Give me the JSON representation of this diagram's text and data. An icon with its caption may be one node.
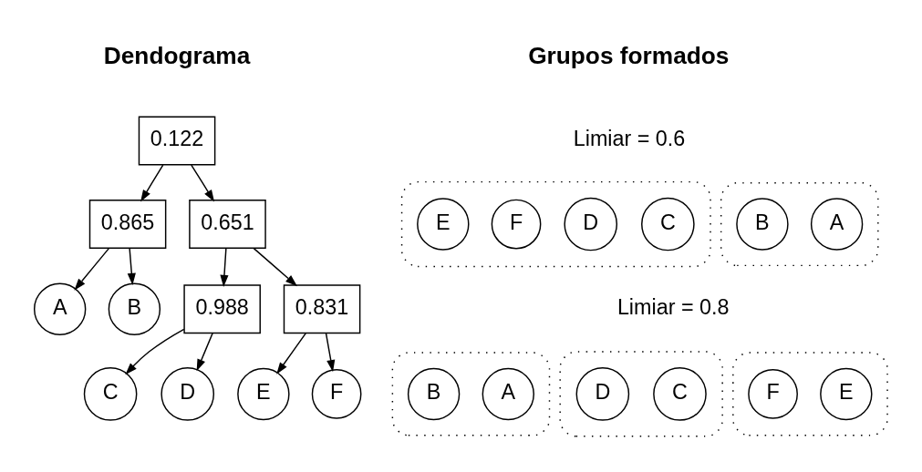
{
  "diagram": {
    "nodes": [
      {
        "text": [
          "0.122"
        ]
      },
      {
        "text": [
          "0.865"
        ]
      },
      {
        "text": [
          "0.651"
        ]
      },
      {
        "text": [
          "A"
        ]
      },
      {
        "text": [
          "B"
        ]
      },
      {
        "text": [
          "0.988"
        ]
      },
      {
        "text": [
          "0.831"
        ]
      },
      {
        "text": [
          "C"
        ]
      },
      {
        "text": [
          "D"
        ]
      },
      {
        "text": [
          "E"
        ]
      },
      {
        "text": [
          "F"
        ]
      },
      {
        "text": [],
        "shape": "ellipse"
      },
      {
        "text": [
          "C"
        ],
        "in": 11
      },
      {
        "text": [
          "D"
        ],
        "in": 11
      },
      {
        "text": [
          "F"
        ],
        "in": 11
      },
      {
        "text": [
          "E"
        ],
        "in": 11
      },
      {
        "text": [],
        "shape": "ellipse"
      },
      {
        "text": [
          "A"
        ],
        "in": 16
      },
      {
        "text": [
          "B"
        ],
        "in": 16
      },
      {
        "text": [],
        "shape": "ellipse"
      },
      {
        "text": [
          "A"
        ],
        "in": 19
      },
      {
        "text": [
          "B"
        ],
        "in": 19
      },
      {
        "text": [],
        "shape": "ellipse"
      },
      {
        "text": [
          "C"
        ],
        "in": 22
      },
      {
        "text": [
          "D"
        ],
        "in": 22
      },
      {
        "text": [],
        "shape": "ellipse"
      },
      {
        "text": [
          "E"
        ],
        "in": 25
      },
      {
        "text": [
          "F"
        ],
        "in": 25
      }
    ],
    "edges": [
      {
        "from": 0,
        "to": 1,
        "arrow": "to"
      },
      {
        "from": 0,
        "to": 2,
        "arrow": "to"
      },
      {
        "from": 1,
        "to": 3,
        "arrow": "to"
      },
      {
        "from": 1,
        "to": 4,
        "arrow": "to"
      },
      {
        "from": 2,
        "to": 5,
        "arrow": "to"
      },
      {
        "from": 2,
        "to": 6,
        "arrow": "to"
      },
      {
        "from": 5,
        "to": 7,
        "arrow": "to"
      },
      {
        "from": 5,
        "to": 8,
        "arrow": "to"
      },
      {
        "from": 6,
        "to": 9,
        "arrow": "to"
      },
      {
        "from": 6,
        "to": 10,
        "arrow": "to"
      }
    ],
    "labels": [
      "Dendograma",
      "Grupos formados",
      "Limiar = 0.6",
      "Limiar = 0.8"
    ]
  }
}
